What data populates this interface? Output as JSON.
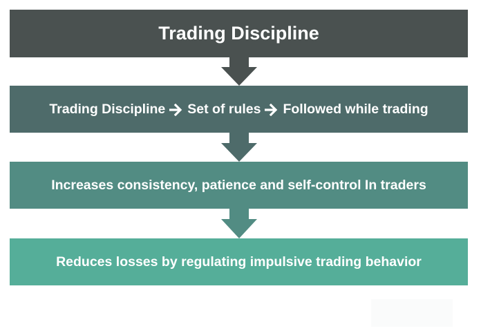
{
  "diagram": {
    "title": "Trading Discipline",
    "step1": {
      "part1": "Trading Discipline",
      "part2": "Set of rules",
      "part3": "Followed while trading",
      "separator": "🡒"
    },
    "step2": "Increases consistency, patience and self-control In traders",
    "step3": "Reduces losses by regulating impulsive trading behavior"
  },
  "colors": {
    "title_box": "#4a5150",
    "step1_box": "#4e6b6a",
    "step2_box": "#528c83",
    "step3_box": "#55ae99",
    "connector_1": "#4a5150",
    "connector_2": "#4e6b6a",
    "connector_3": "#528c83",
    "text": "#ffffff"
  },
  "icons": {
    "connectors": "down-arrow-icon",
    "inline_arrows": "right-arrow-icon"
  }
}
